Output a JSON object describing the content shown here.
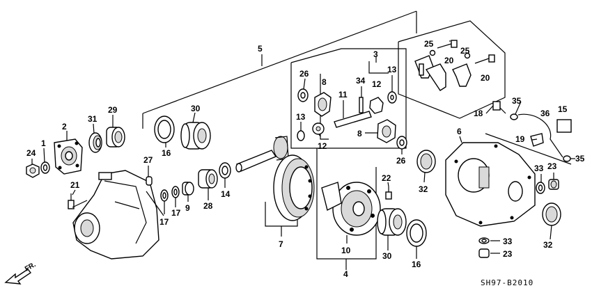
{
  "diagram_code": "SH97-B2010",
  "direction_label": "FR.",
  "callouts": [
    {
      "id": "c1",
      "text": "1"
    },
    {
      "id": "c2",
      "text": "2"
    },
    {
      "id": "c3",
      "text": "3"
    },
    {
      "id": "c4",
      "text": "4"
    },
    {
      "id": "c5",
      "text": "5"
    },
    {
      "id": "c6",
      "text": "6"
    },
    {
      "id": "c7",
      "text": "7"
    },
    {
      "id": "c8a",
      "text": "8"
    },
    {
      "id": "c8b",
      "text": "8"
    },
    {
      "id": "c9",
      "text": "9"
    },
    {
      "id": "c10",
      "text": "10"
    },
    {
      "id": "c11",
      "text": "11"
    },
    {
      "id": "c12a",
      "text": "12"
    },
    {
      "id": "c12b",
      "text": "12"
    },
    {
      "id": "c13a",
      "text": "13"
    },
    {
      "id": "c13b",
      "text": "13"
    },
    {
      "id": "c14",
      "text": "14"
    },
    {
      "id": "c15",
      "text": "15"
    },
    {
      "id": "c16a",
      "text": "16"
    },
    {
      "id": "c16b",
      "text": "16"
    },
    {
      "id": "c17a",
      "text": "17"
    },
    {
      "id": "c17b",
      "text": "17"
    },
    {
      "id": "c18",
      "text": "18"
    },
    {
      "id": "c19",
      "text": "19"
    },
    {
      "id": "c20a",
      "text": "20"
    },
    {
      "id": "c20b",
      "text": "20"
    },
    {
      "id": "c21",
      "text": "21"
    },
    {
      "id": "c22",
      "text": "22"
    },
    {
      "id": "c23a",
      "text": "23"
    },
    {
      "id": "c23b",
      "text": "23"
    },
    {
      "id": "c24",
      "text": "24"
    },
    {
      "id": "c25a",
      "text": "25"
    },
    {
      "id": "c25b",
      "text": "25"
    },
    {
      "id": "c26a",
      "text": "26"
    },
    {
      "id": "c26b",
      "text": "26"
    },
    {
      "id": "c27",
      "text": "27"
    },
    {
      "id": "c28",
      "text": "28"
    },
    {
      "id": "c29",
      "text": "29"
    },
    {
      "id": "c30a",
      "text": "30"
    },
    {
      "id": "c30b",
      "text": "30"
    },
    {
      "id": "c31",
      "text": "31"
    },
    {
      "id": "c32a",
      "text": "32"
    },
    {
      "id": "c32b",
      "text": "32"
    },
    {
      "id": "c33a",
      "text": "33"
    },
    {
      "id": "c33b",
      "text": "33"
    },
    {
      "id": "c34",
      "text": "34"
    },
    {
      "id": "c35a",
      "text": "35"
    },
    {
      "id": "c35b",
      "text": "35"
    },
    {
      "id": "c36",
      "text": "36"
    }
  ]
}
